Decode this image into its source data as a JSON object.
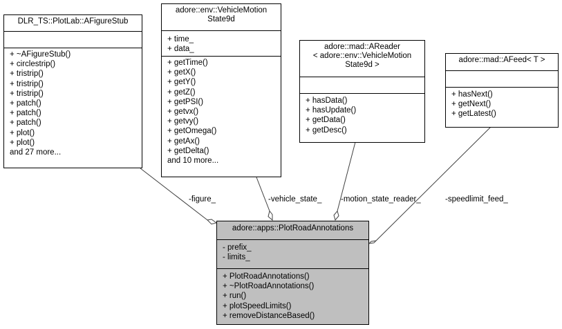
{
  "classes": {
    "figure_stub": {
      "title": [
        "DLR_TS::PlotLab::AFigureStub"
      ],
      "attributes": [],
      "methods": [
        "+ ~AFigureStub()",
        "+ circlestrip()",
        "+ tristrip()",
        "+ tristrip()",
        "+ tristrip()",
        "+ patch()",
        "+ patch()",
        "+ patch()",
        "+ plot()",
        "+ plot()",
        "and 27 more..."
      ]
    },
    "vehicle_motion_state": {
      "title": [
        "adore::env::VehicleMotion",
        "State9d"
      ],
      "attributes": [
        "+ time_",
        "+ data_"
      ],
      "methods": [
        "+ getTime()",
        "+ getX()",
        "+ getY()",
        "+ getZ()",
        "+ getPSI()",
        "+ getvx()",
        "+ getvy()",
        "+ getOmega()",
        "+ getAx()",
        "+ getDelta()",
        "and 10 more..."
      ]
    },
    "areader": {
      "title": [
        "adore::mad::AReader",
        "< adore::env::VehicleMotion",
        "State9d >"
      ],
      "attributes": [],
      "methods": [
        "+ hasData()",
        "+ hasUpdate()",
        "+ getData()",
        "+ getDesc()"
      ]
    },
    "afeed": {
      "title": [
        "adore::mad::AFeed< T >"
      ],
      "attributes": [],
      "methods": [
        "+ hasNext()",
        "+ getNext()",
        "+ getLatest()"
      ]
    },
    "plot_road_annotations": {
      "title": [
        "adore::apps::PlotRoadAnnotations"
      ],
      "attributes": [
        "- prefix_",
        "- limits_"
      ],
      "methods": [
        "+ PlotRoadAnnotations()",
        "+ ~PlotRoadAnnotations()",
        "+ run()",
        "+ plotSpeedLimits()",
        "+ removeDistanceBased()"
      ]
    }
  },
  "edges": {
    "figure": "-figure_",
    "vehicle_state": "-vehicle_state_",
    "motion_state_reader": "-motion_state_reader_",
    "speedlimit_feed": "-speedlimit_feed_"
  },
  "colors": {
    "highlight_fill": "#bfbfbf",
    "edge": "#404040"
  }
}
